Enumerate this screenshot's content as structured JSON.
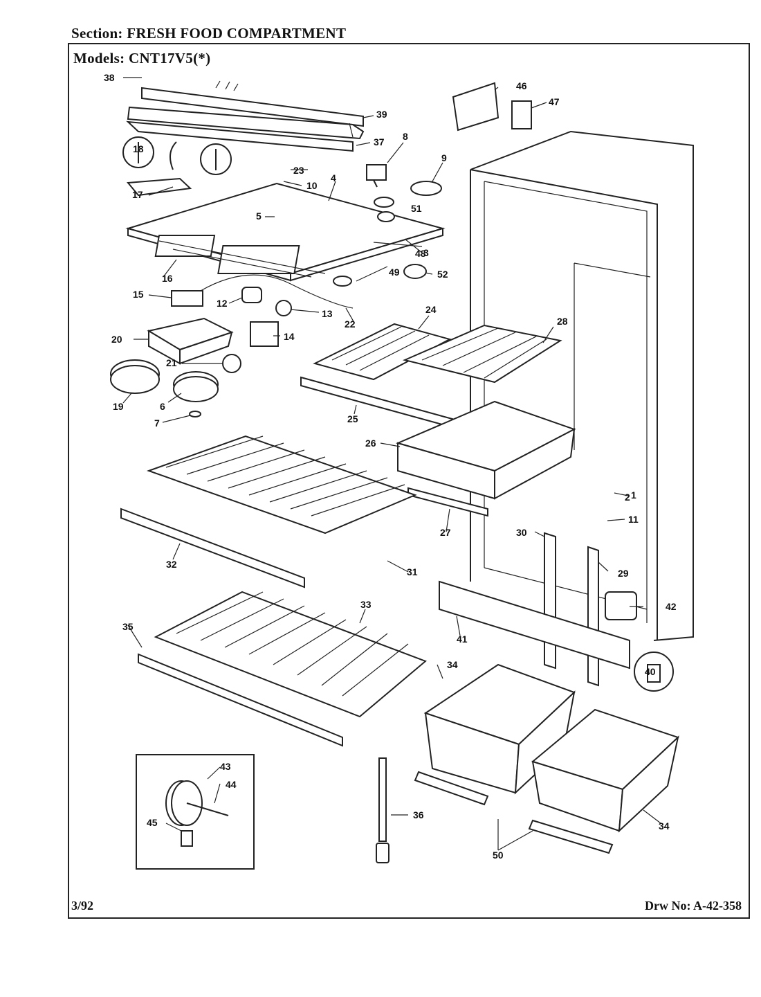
{
  "header": {
    "section_label": "Section:",
    "section_value": "FRESH FOOD COMPARTMENT",
    "models_label": "Models:",
    "models_value": "CNT17V5(*)"
  },
  "footer": {
    "date": "3/92",
    "drawing_number": "Drw No: A-42-358"
  },
  "callouts": [
    "1",
    "2",
    "3",
    "4",
    "5",
    "6",
    "7",
    "8",
    "9",
    "10",
    "11",
    "12",
    "13",
    "14",
    "15",
    "16",
    "17",
    "18",
    "19",
    "20",
    "21",
    "22",
    "23",
    "24",
    "25",
    "26",
    "27",
    "28",
    "29",
    "30",
    "31",
    "32",
    "33",
    "34",
    "34",
    "35",
    "36",
    "37",
    "38",
    "39",
    "40",
    "41",
    "42",
    "43",
    "44",
    "45",
    "46",
    "47",
    "48",
    "49",
    "50",
    "51",
    "52"
  ]
}
